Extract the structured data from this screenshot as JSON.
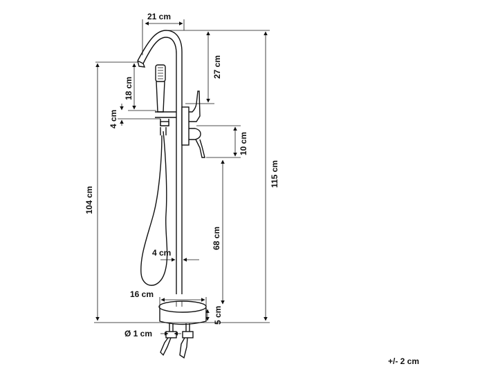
{
  "dimensions": {
    "top_width": "21 cm",
    "spout_drop": "27 cm",
    "total_height": "115 cm",
    "shower_height": "18 cm",
    "holder_gap": "4 cm",
    "handle_spacing": "10 cm",
    "height_to_spout": "104 cm",
    "handle_height": "68 cm",
    "pipe_diameter": "4 cm",
    "base_width": "16 cm",
    "base_height": "5 cm",
    "connector_diameter": "Ø 1 cm"
  },
  "tolerance": "+/- 2 cm"
}
